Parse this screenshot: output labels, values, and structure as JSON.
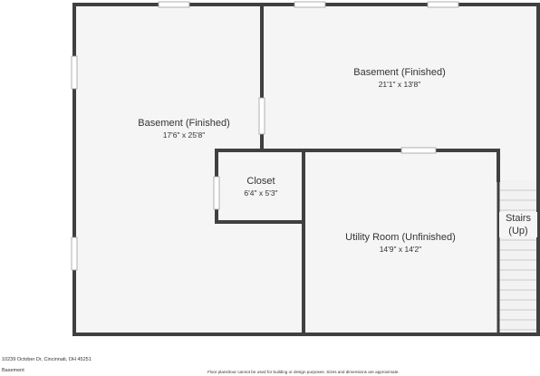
{
  "colors": {
    "wall": "#404040",
    "floor": "#f5f5f5",
    "window": "#ffffff",
    "text": "#333333"
  },
  "rooms": [
    {
      "name": "Basement (Finished)",
      "dimensions": "17'6\" x 25'8\""
    },
    {
      "name": "Basement (Finished)",
      "dimensions": "21'1\" x 13'8\""
    },
    {
      "name": "Closet",
      "dimensions": "6'4\" x 5'3\""
    },
    {
      "name": "Utility Room (Unfinished)",
      "dimensions": "14'9\" x 14'2\""
    },
    {
      "name_line1": "Stairs",
      "name_line2": "(Up)"
    }
  ],
  "footer": {
    "address": "10239 October Dr, Cincinnati, OH 45251",
    "floor": "Basement",
    "disclaimer": "Floor plans/tour cannot be used for building or design purposes. Sizes and dimensions are approximate."
  }
}
